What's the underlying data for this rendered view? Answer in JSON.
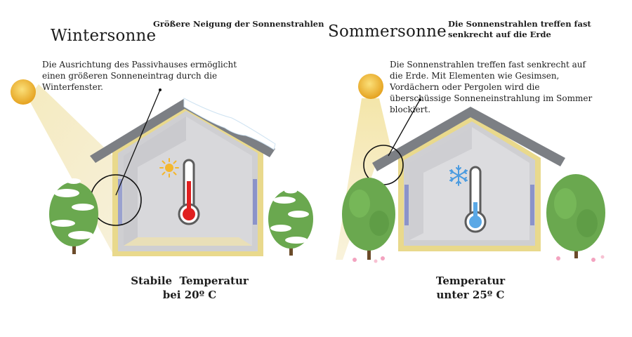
{
  "winter": {
    "title": "Wintersonne",
    "subtitle": "Größere Neigung der Sonnenstrahlen",
    "note": "Die Ausrichtung des Passivhauses ermöglicht einen größeren Sonneneintrag durch die Winterfenster.",
    "label_line1": "Stabile  Temperatur",
    "label_line2": "bei 20º C",
    "thermometer_color": "#e02020",
    "icon": "sun-icon"
  },
  "summer": {
    "title": "Sommersonne",
    "subtitle_line1": "Die Sonnenstrahlen treffen fast",
    "subtitle_line2": "senkrecht auf die Erde",
    "note": "Die Sonnenstrahlen treffen fast senkrecht auf die Erde. Mit Elementen wie Gesimsen, Vordächern oder Pergolen wird die überschüssige Sonneneinstrahlung im Sommer blockiert.",
    "label_line1": "Temperatur",
    "label_line2": "unter 25º C",
    "thermometer_color": "#5aa8e6",
    "icon": "snowflake-icon"
  },
  "colors": {
    "sun": "#f2b632",
    "roof": "#7c7f84",
    "wall": "#d6d6d9",
    "tree": "#6aa84f"
  }
}
